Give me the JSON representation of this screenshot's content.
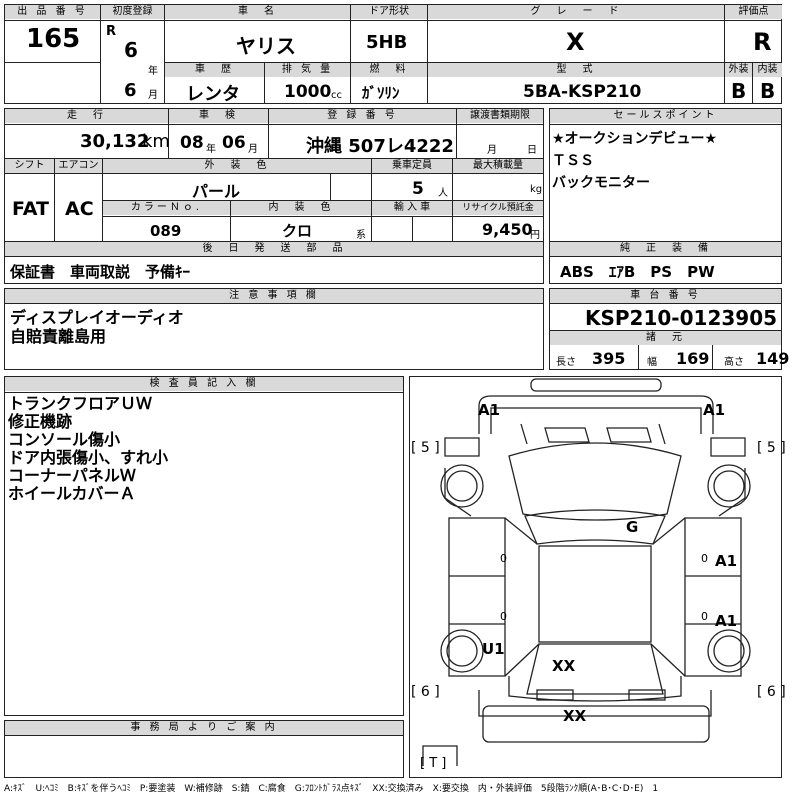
{
  "lot": {
    "label": "出 品 番 号",
    "value": "165"
  },
  "registration": {
    "label": "初度登録",
    "era": "R",
    "year": "6",
    "year_unit": "年",
    "month": "6",
    "month_unit": "月"
  },
  "car_name": {
    "label": "車　名",
    "value": "ヤリス"
  },
  "door": {
    "label": "ドア形状",
    "value": "5HB"
  },
  "grade": {
    "label": "グ　レ　ー　ド",
    "value": "X"
  },
  "score": {
    "label": "評価点",
    "value": "R",
    "exterior_label": "外装",
    "exterior": "B",
    "interior_label": "内装",
    "interior": "B"
  },
  "history": {
    "label": "車　歴",
    "value": "レンタ"
  },
  "displacement": {
    "label": "排 気 量",
    "value": "1000",
    "unit": "cc"
  },
  "fuel": {
    "label": "燃　料",
    "value": "ｶﾞｿﾘﾝ"
  },
  "model": {
    "label": "型　式",
    "value": "5BA-KSP210"
  },
  "mileage": {
    "label": "走　行",
    "value": "30,132",
    "unit": "km"
  },
  "inspection": {
    "label": "車　検",
    "year": "08",
    "year_unit": "年",
    "month": "06",
    "month_unit": "月"
  },
  "plate": {
    "label": "登 録 番 号",
    "value": "沖縄 507レ4222"
  },
  "transfer": {
    "label": "譲渡書類期限",
    "month_unit": "月",
    "day_unit": "日"
  },
  "sales_points": {
    "label": "セールスポイント",
    "items": [
      "★オークションデビュー★",
      "ＴＳＳ",
      "バックモニター"
    ]
  },
  "shift": {
    "label": "シフト",
    "value": "FAT"
  },
  "aircon": {
    "label": "エアコン",
    "value": "AC"
  },
  "ext_color": {
    "label": "外　装　色",
    "value": "パール"
  },
  "capacity": {
    "label": "乗車定員",
    "value": "5",
    "unit": "人"
  },
  "max_load": {
    "label": "最大積載量",
    "unit": "kg"
  },
  "color_no": {
    "label": "カラーＮｏ.",
    "value": "089"
  },
  "int_color": {
    "label": "内　装　色",
    "value": "クロ",
    "unit": "系"
  },
  "import": {
    "label": "輸 入 車"
  },
  "recycle": {
    "label": "リサイクル預託金",
    "value": "9,450",
    "unit": "円"
  },
  "later_parts": {
    "label": "後　日　発　送　部　品",
    "value": "保証書　車両取説　予備ｷｰ"
  },
  "genuine": {
    "label": "純　正　装　備",
    "value": "ABS　ｴｱB　PS　PW"
  },
  "caution": {
    "label": "注 意 事 項 欄",
    "lines": [
      "ディスプレイオーディオ",
      "自賠責離島用"
    ]
  },
  "chassis": {
    "label": "車 台 番 号",
    "value": "KSP210-0123905"
  },
  "dims": {
    "label": "諸　元",
    "length_label": "長さ",
    "length": "395",
    "width_label": "幅",
    "width": "169",
    "height_label": "高さ",
    "height": "149"
  },
  "inspector": {
    "label": "検 査 員 記 入 欄",
    "lines": [
      "トランクフロアＵＷ",
      "修正機跡",
      "コンソール傷小",
      "ドア内張傷小、すれ小",
      "コーナーパネルＷ",
      "ホイールカバーＡ"
    ]
  },
  "office": {
    "label": "事 務 局 よ り ご 案 内"
  },
  "diagram": {
    "marks": {
      "front_left": "A1",
      "front_right": "A1",
      "roof": "G",
      "right_front_door": "A1",
      "right_rear_door": "A1",
      "left_rear": "U1",
      "rear_glass": "XX",
      "rear_bumper": "XX"
    },
    "tire_fl": "[ 5 ]",
    "tire_fr": "[ 5 ]",
    "tire_rl": "[ 6 ]",
    "tire_rr": "[ 6 ]",
    "spare": "[ T ]",
    "door_zero": "0"
  },
  "legend": "A:ｷｽﾞ　U:ﾍｺﾐ　B:ｷｽﾞを伴うﾍｺﾐ　P:要塗装　W:補修跡　S:錆　C:腐食　G:ﾌﾛﾝﾄｶﾞﾗｽ点ｷｽﾞ　XX:交換済み　X:要交換　内・外装評価　5段階ﾗﾝｸ順(A･B･C･D･E)　1"
}
